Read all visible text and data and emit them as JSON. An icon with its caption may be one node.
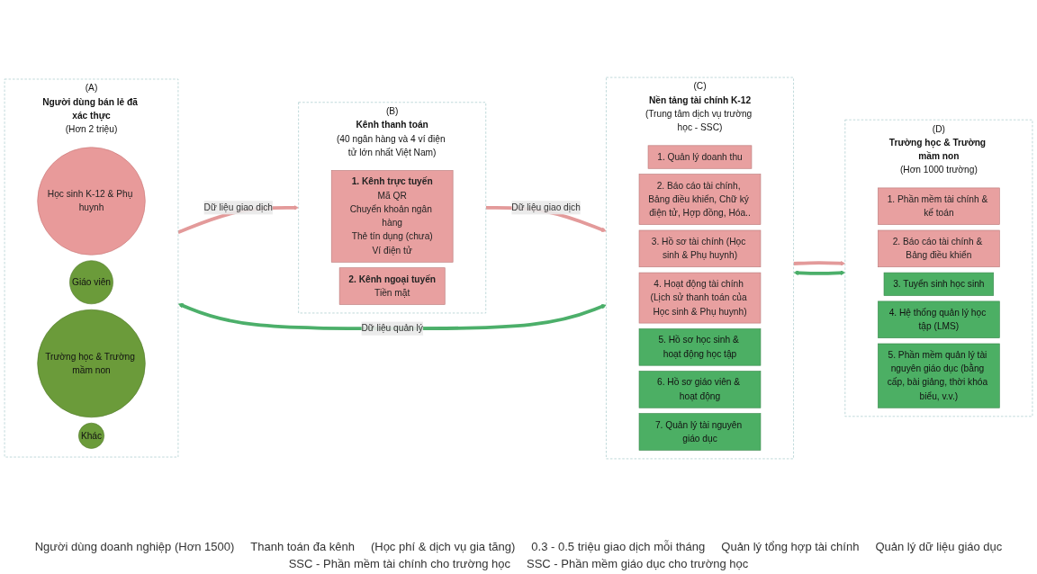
{
  "diagram": {
    "nodes": [
      {
        "text": [
          "(A)",
          "Người dùng bán lẻ đã xác thực",
          "(Hơn 2 triệu)"
        ]
      },
      {
        "text": [
          "Học sinh K-12 & Phụ huynh"
        ],
        "in": 0
      },
      {
        "text": [
          "Giáo viên"
        ],
        "in": 0
      },
      {
        "text": [
          "Trường học & Trường mầm non"
        ],
        "in": 0
      },
      {
        "text": [
          "Khác"
        ],
        "in": 0
      },
      {
        "text": [
          "(B)",
          "Kênh thanh toán",
          "(40 ngân hàng và 4 ví điện tử lớn nhất Việt Nam)"
        ]
      },
      {
        "text": [
          "1. Kênh trực tuyến",
          "Mã QR",
          "Chuyển khoản ngân hàng",
          "Thẻ tín dụng (chưa)",
          "Ví điện tử"
        ],
        "in": 5
      },
      {
        "text": [
          "2. Kênh ngoại tuyến",
          "Tiền mặt"
        ],
        "in": 5
      },
      {
        "text": [
          "(C)",
          "Nền tảng tài chính K-12",
          "(Trung tâm dịch vụ trường học - SSC)"
        ]
      },
      {
        "text": [
          "1. Quản lý doanh thu"
        ],
        "in": 8
      },
      {
        "text": [
          "2. Báo cáo tài chính, Bảng điều khiển, Chữ ký điện tử, Hợp đồng, Hóa.."
        ],
        "in": 8
      },
      {
        "text": [
          "3. Hồ sơ tài chính (Học sinh & Phụ huynh)"
        ],
        "in": 8
      },
      {
        "text": [
          "4. Hoạt động tài chính (Lịch sử thanh toán của Học sinh & Phụ huynh)"
        ],
        "in": 8
      },
      {
        "text": [
          "5. Hồ sơ học sinh & hoạt động học tập"
        ],
        "in": 8
      },
      {
        "text": [
          "6. Hồ sơ giáo viên & hoạt động"
        ],
        "in": 8
      },
      {
        "text": [
          "7. Quản lý tài nguyên giáo dục"
        ],
        "in": 8
      },
      {
        "text": [
          "(D)",
          "Trường học & Trường mầm non",
          "(Hơn 1000 trường)"
        ]
      },
      {
        "text": [
          "1. Phần mềm tài chính & kế toán"
        ],
        "in": 16
      },
      {
        "text": [
          "2. Báo cáo tài chính & Bảng điều khiển"
        ],
        "in": 16
      },
      {
        "text": [
          "3. Tuyển sinh học sinh"
        ],
        "in": 16
      },
      {
        "text": [
          "4. Hệ thống quản lý học tập (LMS)"
        ],
        "in": 16
      },
      {
        "text": [
          "5. Phần mềm quản lý tài nguyên giáo dục (bằng cấp, bài giảng, thời khóa biểu, v.v.)"
        ],
        "in": 16
      }
    ],
    "edges": [
      {
        "from": 0,
        "to": 5,
        "arrow": "to",
        "label": "Dữ liệu giao dịch"
      },
      {
        "from": 5,
        "to": 8,
        "arrow": "to",
        "label": "Dữ liệu giao dịch"
      },
      {
        "from": 8,
        "to": 16,
        "arrow": "to"
      },
      {
        "from": 0,
        "to": 8,
        "arrow": "both",
        "label": "Dữ liệu quản lý",
        "color": "#4caf6a"
      },
      {
        "from": 8,
        "to": 16,
        "arrow": "both",
        "color": "#4caf6a"
      }
    ],
    "labels": [
      "Người dùng doanh nghiệp (Hơn 1500)",
      "Thanh toán đa kênh",
      "(Học phí & dịch vụ gia tăng)",
      "0.3 - 0.5 triệu giao dịch mỗi tháng",
      "Quản lý tổng hợp tài chính",
      "Quản lý dữ liệu giáo dục",
      "SSC - Phần mềm tài chính cho trường học",
      "SSC - Phần mềm giáo dục cho trường học"
    ]
  }
}
